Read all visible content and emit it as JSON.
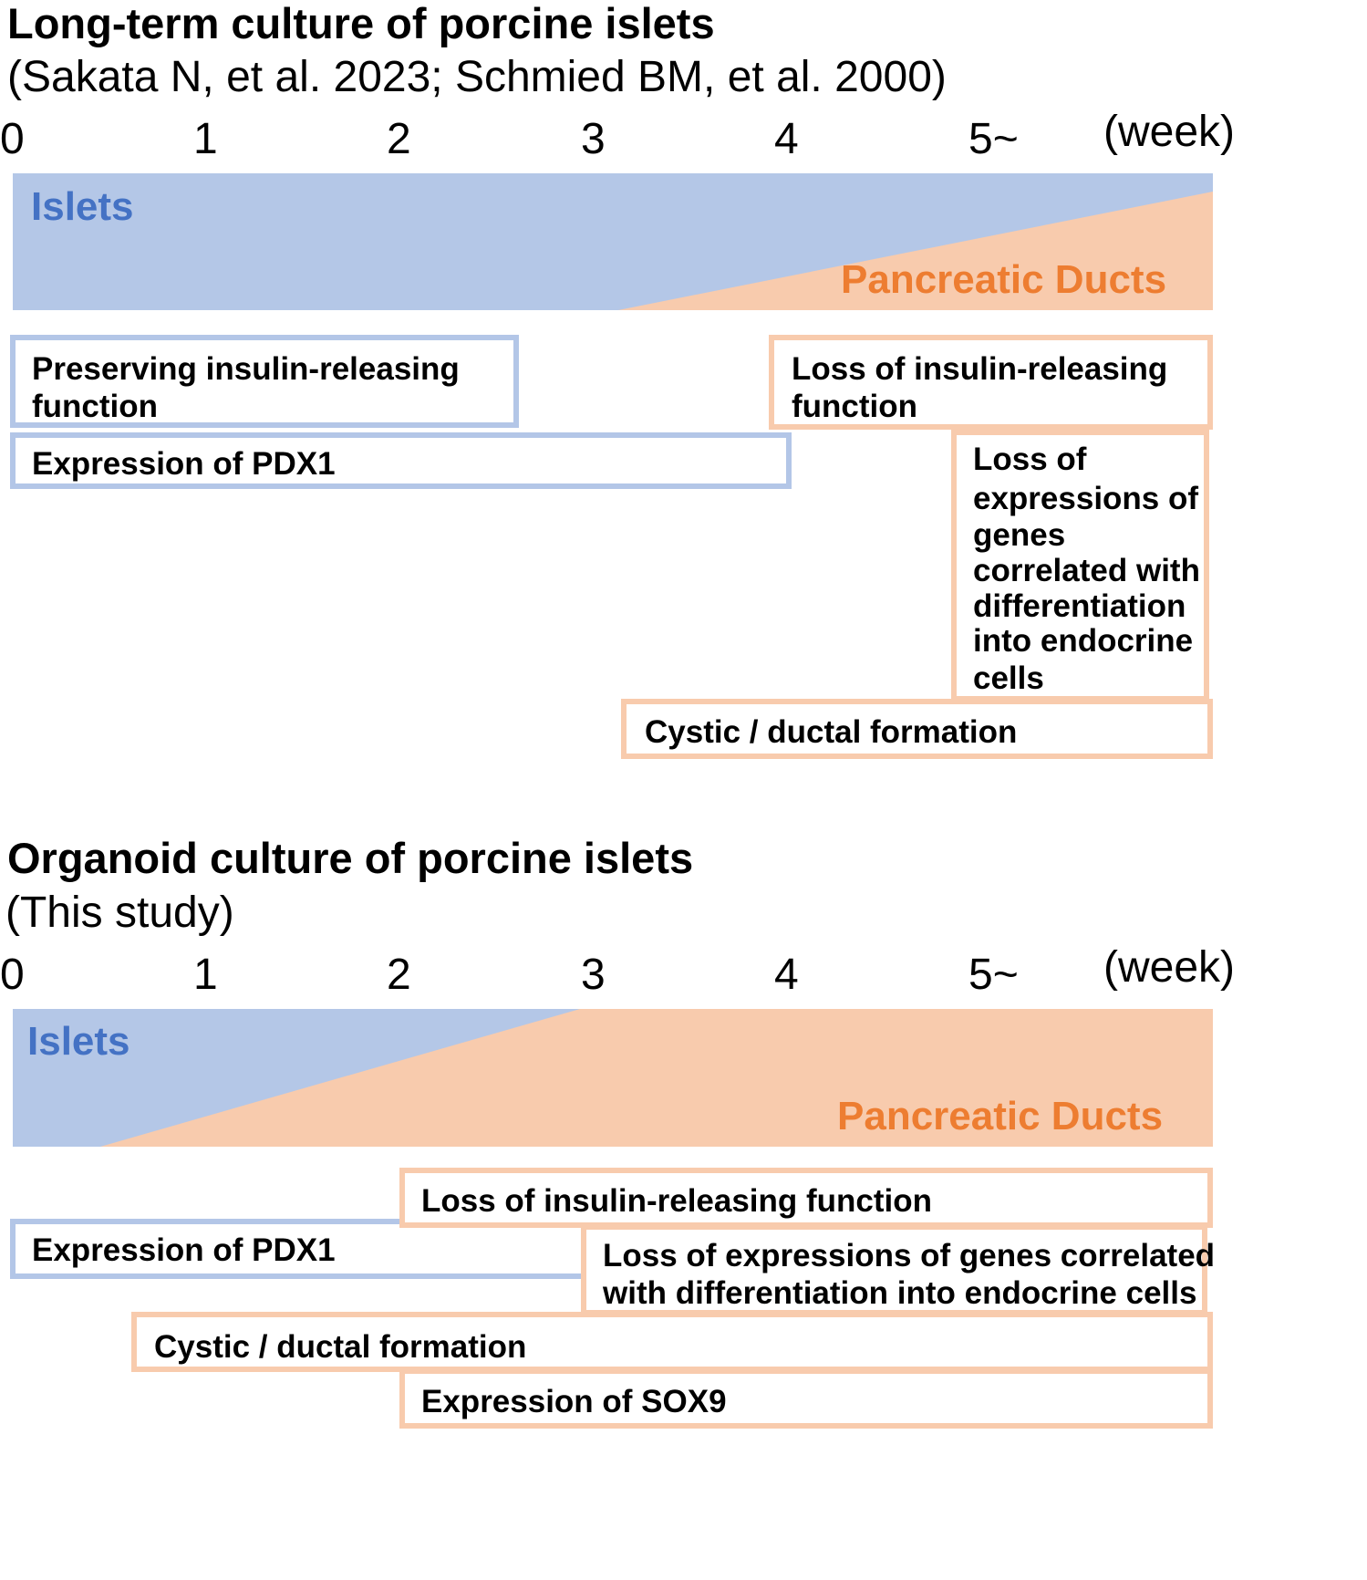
{
  "colors": {
    "islets_fill": "#b4c7e7",
    "ducts_fill": "#f8cbad",
    "islets_text": "#4472c4",
    "ducts_text": "#ed7d31",
    "box_blue": "#b3c6e7",
    "box_orange": "#f8cbad"
  },
  "section1": {
    "title": "Long-term culture of porcine islets",
    "subtitle": "(Sakata N, et al. 2023; Schmied BM, et al. 2000)",
    "ticks": [
      "0",
      "1",
      "2",
      "3",
      "4",
      "5~"
    ],
    "unit": "(week)",
    "band": {
      "islets_label": "Islets",
      "ducts_label": "Pancreatic Ducts"
    },
    "boxes": {
      "preserving_line1": "Preserving insulin-releasing",
      "preserving_line2": "function",
      "pdx1": "Expression of PDX1",
      "loss_insulin_line1": "Loss of insulin-releasing",
      "loss_insulin_line2": "function",
      "loss_genes_lines": [
        "Loss of",
        "expressions of",
        "genes",
        "correlated with",
        "differentiation",
        "into endocrine",
        "cells"
      ],
      "cystic": "Cystic / ductal formation"
    }
  },
  "section2": {
    "title": "Organoid culture of porcine islets",
    "subtitle": "(This study)",
    "ticks": [
      "0",
      "1",
      "2",
      "3",
      "4",
      "5~"
    ],
    "unit": "(week)",
    "band": {
      "islets_label": "Islets",
      "ducts_label": "Pancreatic Ducts"
    },
    "boxes": {
      "loss_insulin": "Loss of insulin-releasing function",
      "pdx1": "Expression of PDX1",
      "loss_genes_line1": "Loss of expressions of  genes correlated",
      "loss_genes_line2": "with differentiation into endocrine cells",
      "cystic": "Cystic / ductal formation",
      "sox9": "Expression of SOX9"
    }
  }
}
